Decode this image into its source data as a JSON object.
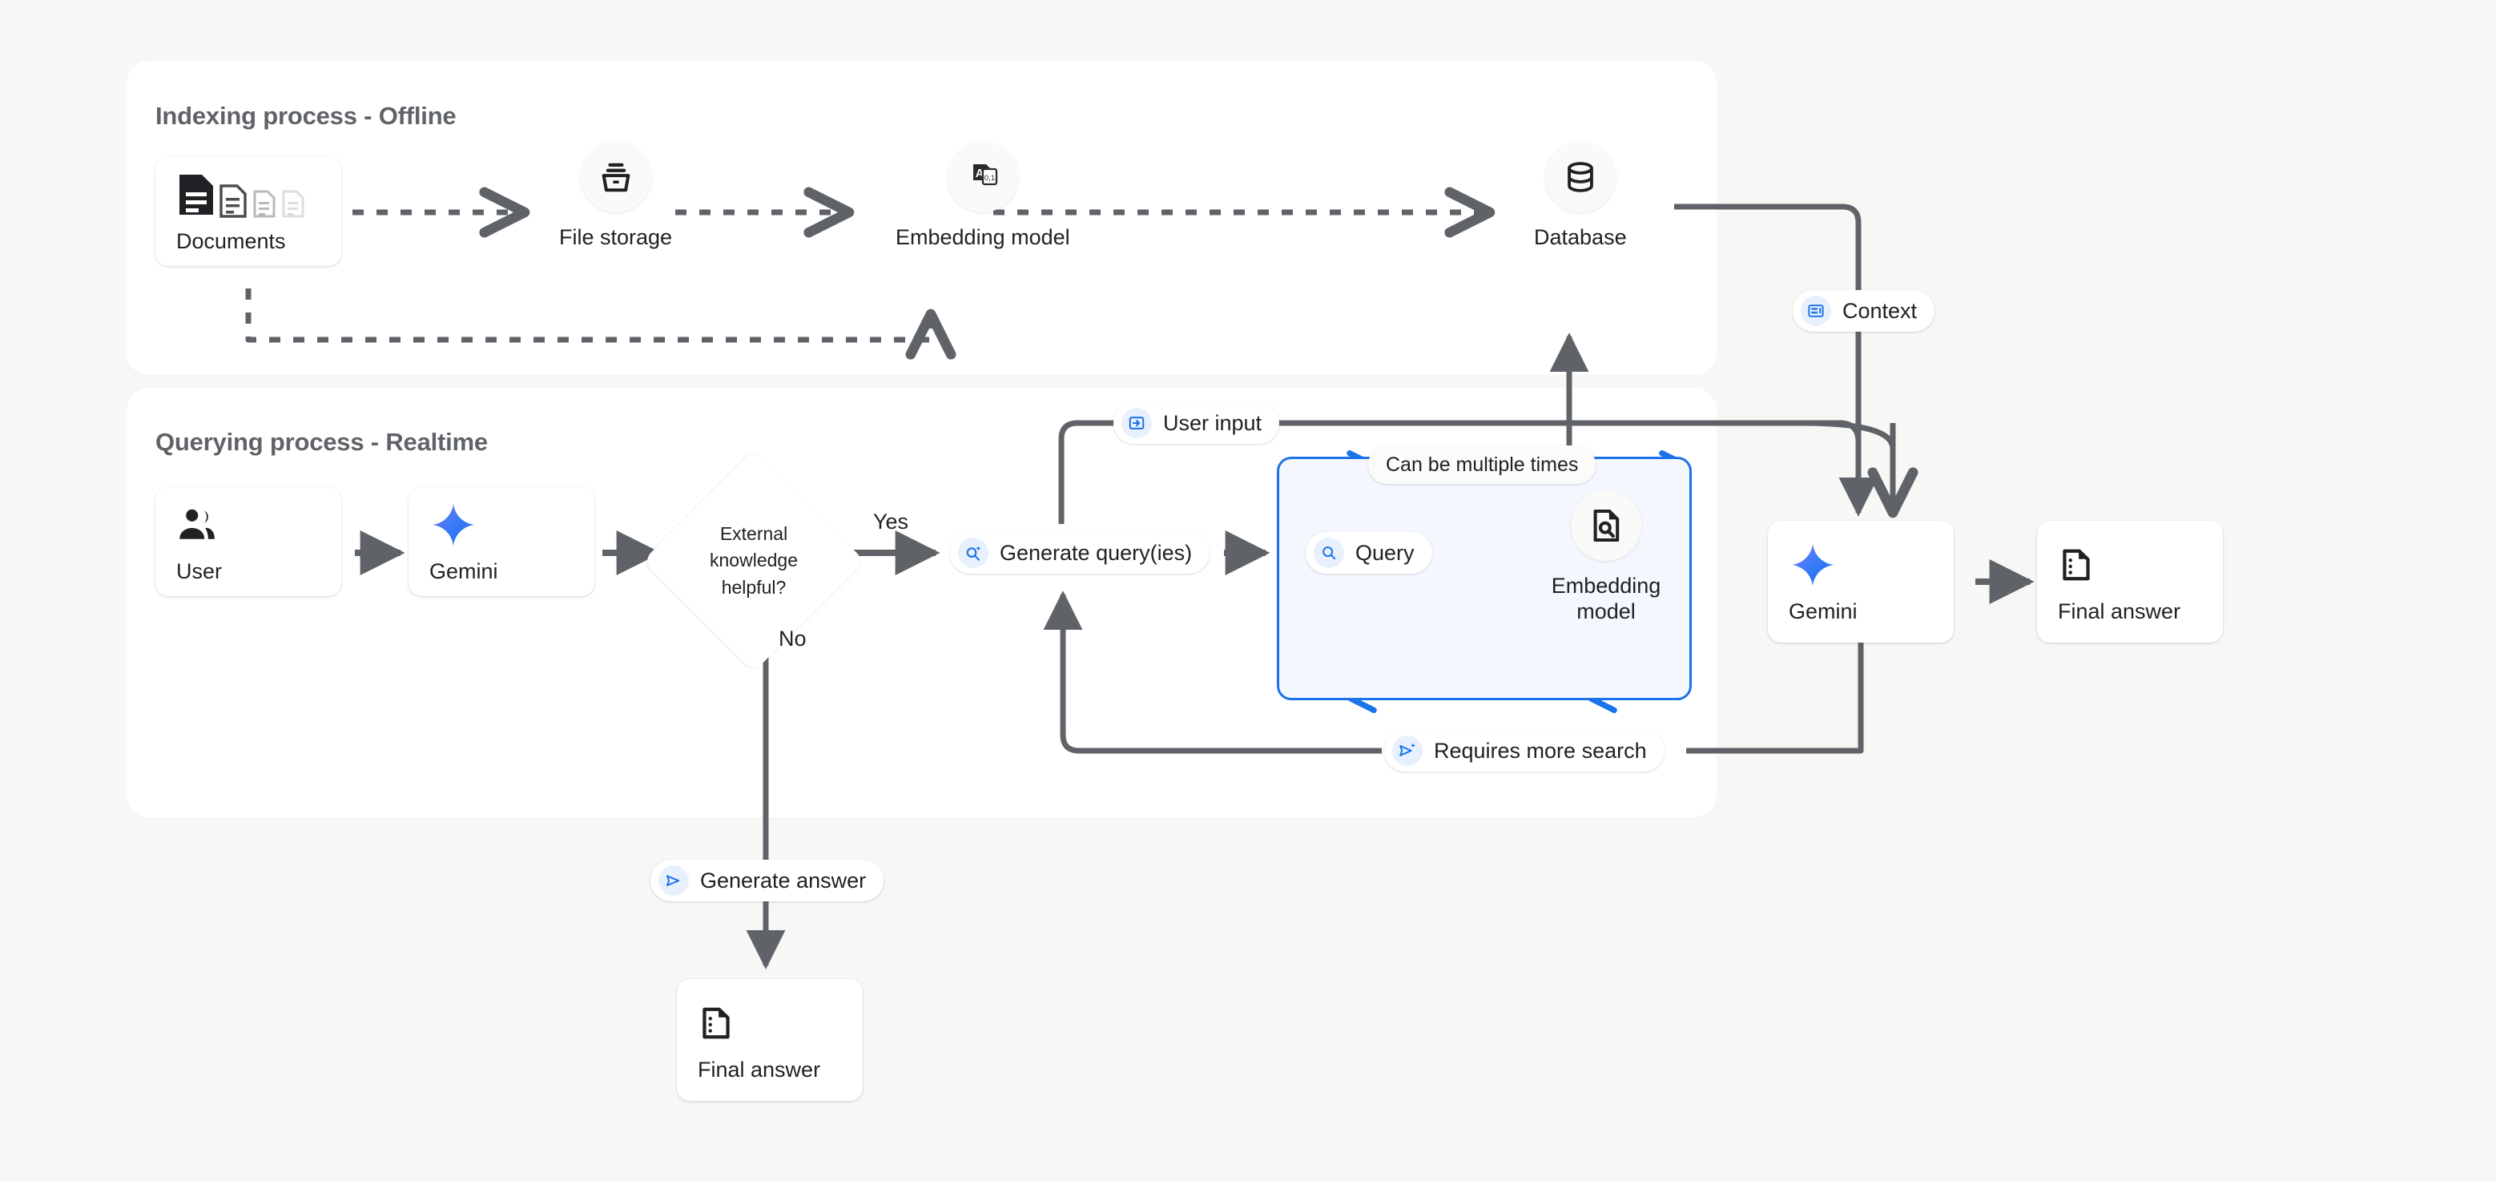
{
  "canvas": {
    "background": "#f7f7f5",
    "panel_bg": "#ffffff"
  },
  "colors": {
    "accent_blue": "#1a73e8",
    "wire_gray": "#5f6368",
    "title_gray": "#5f6368",
    "text_dark": "#202124",
    "bluebox_fill": "#f4f8fe",
    "pill_icon_bg": "#e8f0fe"
  },
  "panels": [
    {
      "id": "indexing",
      "title": "Indexing process - Offline"
    },
    {
      "id": "querying",
      "title": "Querying process - Realtime"
    }
  ],
  "indexing": {
    "documents": {
      "label": "Documents",
      "icon": "documents-icon"
    },
    "file_storage": {
      "label": "File storage",
      "icon": "file-storage-icon"
    },
    "embedding_model": {
      "label": "Embedding model",
      "icon": "text-to-vector-icon"
    },
    "database": {
      "label": "Database",
      "icon": "database-icon"
    }
  },
  "querying": {
    "user": {
      "label": "User",
      "icon": "people-icon"
    },
    "gemini_left": {
      "label": "Gemini",
      "icon": "gemini-sparkle-icon"
    },
    "decision": {
      "label": "External knowledge helpful?"
    },
    "yes_label": "Yes",
    "no_label": "No",
    "generate_query": {
      "label": "Generate query(ies)",
      "icon": "search-sparkle-icon"
    },
    "user_input": {
      "label": "User input",
      "icon": "login-arrow-icon"
    },
    "loop_note": {
      "label": "Can be multiple times"
    },
    "query": {
      "label": "Query",
      "icon": "search-icon"
    },
    "embedding_model": {
      "label": "Embedding model",
      "icon": "document-search-icon"
    },
    "requires_more_search": {
      "label": "Requires more search",
      "icon": "send-sparkle-icon"
    },
    "context": {
      "label": "Context",
      "icon": "context-card-icon"
    },
    "gemini_right": {
      "label": "Gemini",
      "icon": "gemini-sparkle-icon"
    },
    "final_answer_right": {
      "label": "Final answer",
      "icon": "answer-doc-icon"
    },
    "generate_answer": {
      "label": "Generate answer",
      "icon": "send-icon"
    },
    "final_answer_bottom": {
      "label": "Final answer",
      "icon": "answer-doc-icon"
    }
  }
}
